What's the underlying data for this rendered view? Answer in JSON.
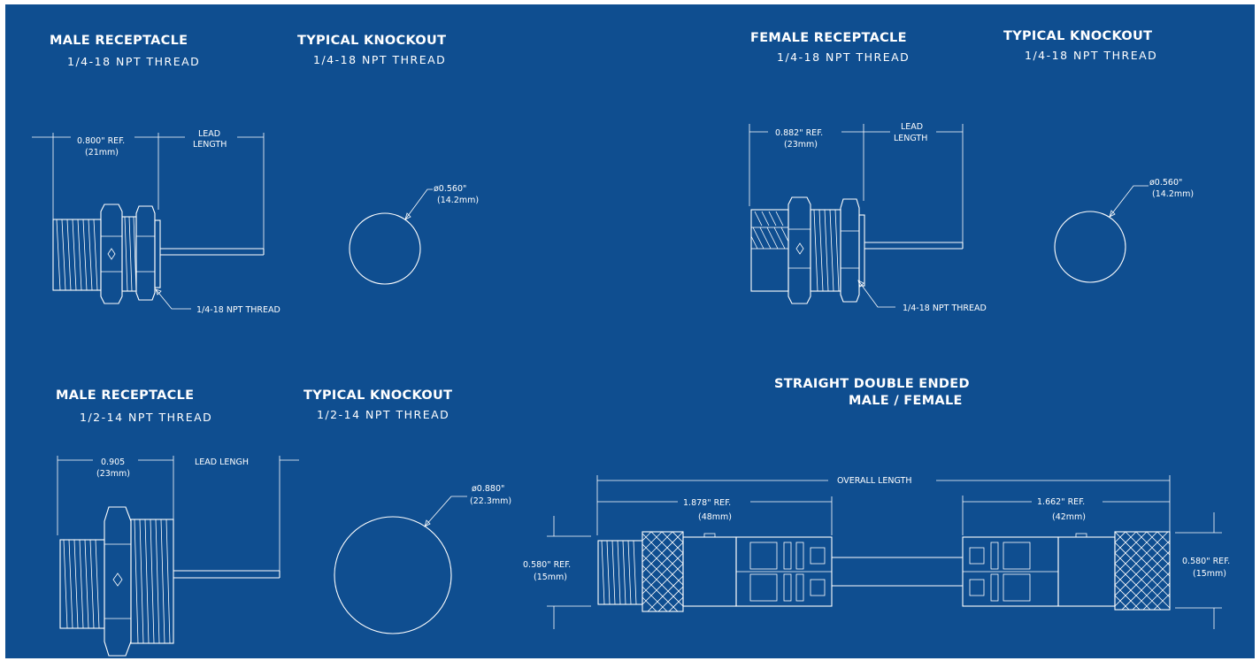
{
  "sections": {
    "male_quarter": {
      "title": "MALE RECEPTACLE",
      "thread": "1/4-18 NPT THREAD",
      "dim_width": "0.800\" REF.",
      "dim_width_mm": "(21mm)",
      "lead_1": "LEAD",
      "lead_2": "LENGTH",
      "callout": "1/4-18 NPT THREAD"
    },
    "knockout_quarter_a": {
      "title": "TYPICAL KNOCKOUT",
      "thread": "1/4-18 NPT THREAD",
      "diameter": "ø0.560\"",
      "diameter_mm": "(14.2mm)"
    },
    "female_quarter": {
      "title": "FEMALE RECEPTACLE",
      "thread": "1/4-18 NPT THREAD",
      "dim_width": "0.882\" REF.",
      "dim_width_mm": "(23mm)",
      "lead_1": "LEAD",
      "lead_2": "LENGTH",
      "callout": "1/4-18 NPT THREAD"
    },
    "knockout_quarter_b": {
      "title": "TYPICAL KNOCKOUT",
      "thread": "1/4-18 NPT THREAD",
      "diameter": "ø0.560\"",
      "diameter_mm": "(14.2mm)"
    },
    "male_half": {
      "title": "MALE RECEPTACLE",
      "thread": "1/2-14 NPT THREAD",
      "dim_width": "0.905",
      "dim_width_mm": "(23mm)",
      "lead": "LEAD LENGH"
    },
    "knockout_half": {
      "title": "TYPICAL KNOCKOUT",
      "thread": "1/2-14 NPT THREAD",
      "diameter": "ø0.880\"",
      "diameter_mm": "(22.3mm)"
    },
    "double_ended": {
      "title_1": "STRAIGHT DOUBLE ENDED",
      "title_2": "MALE / FEMALE",
      "overall": "OVERALL LENGTH",
      "left_ref": "1.878\" REF.",
      "left_ref_mm": "(48mm)",
      "right_ref": "1.662\" REF.",
      "right_ref_mm": "(42mm)",
      "left_dia": "0.580\" REF.",
      "left_dia_mm": "(15mm)",
      "right_dia": "0.580\" REF.",
      "right_dia_mm": "(15mm)"
    }
  },
  "colors": {
    "background": "#0f4e90",
    "line": "#ffffff"
  }
}
